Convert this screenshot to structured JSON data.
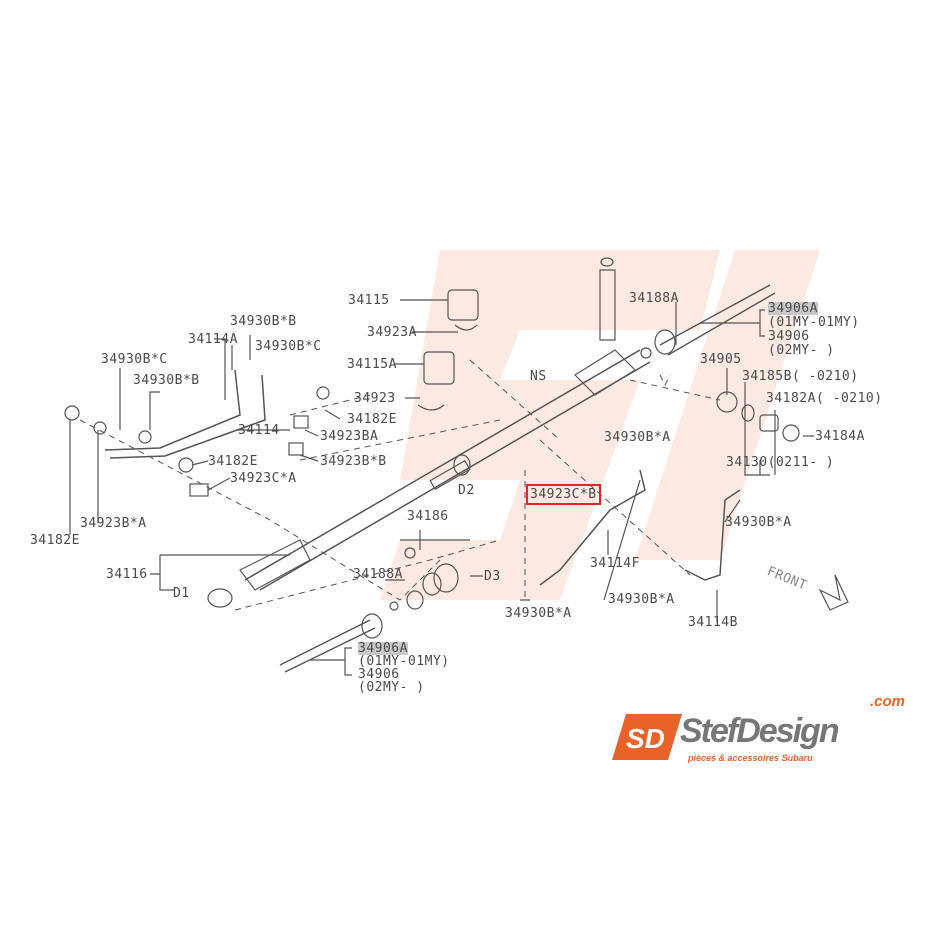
{
  "watermark": {
    "brand": "StefDesign",
    "domain": ".com",
    "tagline": "pièces & accessoires Subaru"
  },
  "logo": {
    "brand": "StefDesign",
    "domain": ".com",
    "tagline": "pièces & accessoires Subaru",
    "monogram": "SD",
    "accent": "#e8632a"
  },
  "highlight_color": "#e3262b",
  "labels": {
    "p34115": "34115",
    "p34923A": "34923A",
    "p34115A": "34115A",
    "p34923": "34923",
    "p34188A_top": "34188A",
    "p34906A_top": "34906A",
    "p01my_top": "(01MY-01MY)",
    "p34906_top": "34906",
    "p02my_top": "(02MY-    )",
    "ns": "NS",
    "p34905": "34905",
    "p34185B": "34185B(    -0210)",
    "p34182A": "34182A(    -0210)",
    "p34184A": "34184A",
    "p34130": "34130(0211-    )",
    "p34930BA_1": "34930B*A",
    "p34923CB": "34923C*B",
    "p34930BA_2": "34930B*A",
    "p34114F": "34114F",
    "p34930BA_3": "34930B*A",
    "p34930BA_4": "34930B*A",
    "p34114B": "34114B",
    "p34930BB_1": "34930B*B",
    "p34114A": "34114A",
    "p34930BC_1": "34930B*C",
    "p34930BC_2": "34930B*C",
    "p34930BB_2": "34930B*B",
    "p34182E_1": "34182E",
    "p34114": "34114",
    "p34923BA": "34923BA",
    "p34923BB": "34923B*B",
    "p34182E_2": "34182E",
    "p34923CA": "34923C*A",
    "p34923BA2": "34923B*A",
    "p34182E_3": "34182E",
    "p34186": "34186",
    "p34116": "34116",
    "p34188A_bot": "34188A",
    "d3": "D3",
    "d2": "D2",
    "d1": "D1",
    "p34906A_bot": "34906A",
    "p01my_bot": "(01MY-01MY)",
    "p34906_bot": "34906",
    "p02my_bot": "(02MY-    )",
    "front": "FRONT"
  }
}
